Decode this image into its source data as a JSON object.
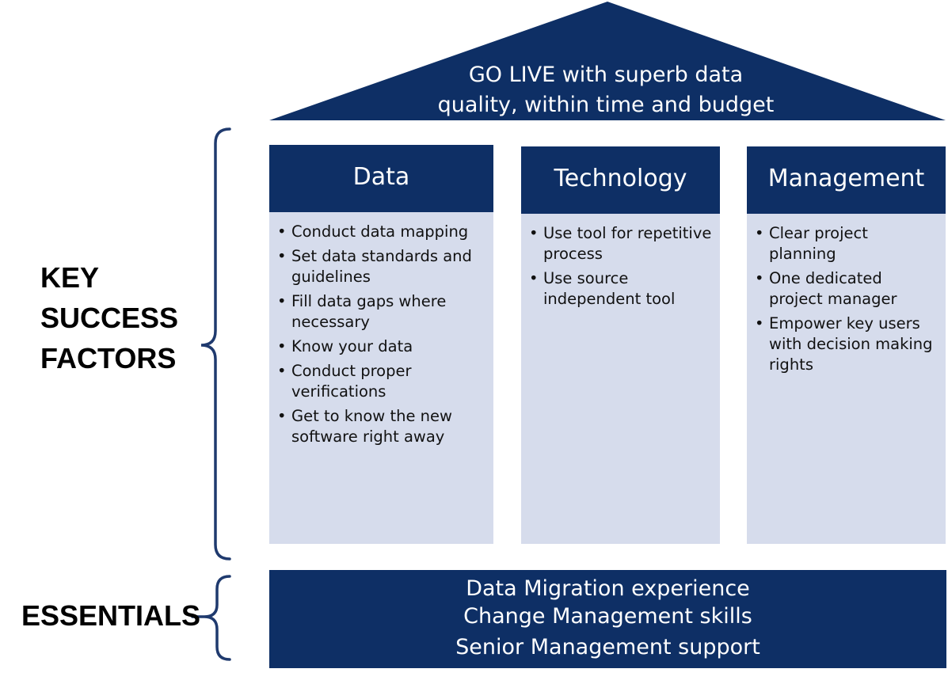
{
  "roof": {
    "lines": [
      "GO LIVE with superb data",
      "quality, within time and budget"
    ]
  },
  "pillars": [
    {
      "title": "Data",
      "items": [
        "Conduct data mapping",
        "Set data standards and guidelines",
        "Fill data gaps where necessary",
        "Know your data",
        "Conduct proper verifications",
        "Get to know the new software right away"
      ]
    },
    {
      "title": "Technology",
      "items": [
        "Use tool for repetitive process",
        "Use source independent tool"
      ]
    },
    {
      "title": "Management",
      "items": [
        "Clear project planning",
        "One dedicated project manager",
        "Empower key users with decision making rights"
      ]
    }
  ],
  "key_success_factors": {
    "lines": [
      "KEY",
      "SUCCESS",
      "FACTORS"
    ]
  },
  "essentials": {
    "label": "ESSENTIALS",
    "lines": [
      "Data Migration experience",
      "Change Management skills",
      "Senior Management support"
    ]
  },
  "colors": {
    "dark_navy": "#0e2f65",
    "light_blue": "#d6dcec",
    "bracket": "#1f3a6e"
  },
  "bullet_symbol": "•"
}
